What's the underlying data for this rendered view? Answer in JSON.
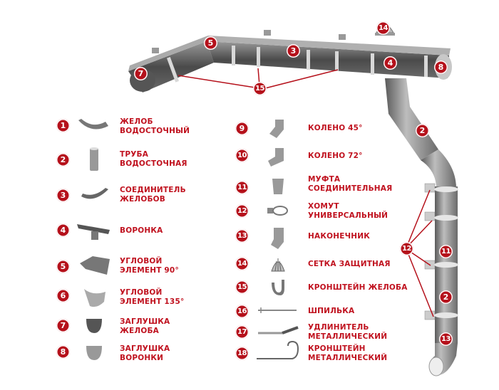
{
  "title": "Водосточная система — элементы",
  "accent_color": "#c0121f",
  "items": [
    {
      "num": "1",
      "lines": [
        "ЖЕЛОБ",
        "ВОДОСТОЧНЫЙ"
      ],
      "icon": "gutter-icon"
    },
    {
      "num": "2",
      "lines": [
        "ТРУБА",
        "ВОДОСТОЧНАЯ"
      ],
      "icon": "downpipe-icon"
    },
    {
      "num": "3",
      "lines": [
        "СОЕДИНИТЕЛЬ",
        "ЖЕЛОБОВ"
      ],
      "icon": "gutter-connector-icon"
    },
    {
      "num": "4",
      "lines": [
        "ВОРОНКА"
      ],
      "icon": "funnel-icon"
    },
    {
      "num": "5",
      "lines": [
        "УГЛОВОЙ",
        "ЭЛЕМЕНТ 90°"
      ],
      "icon": "corner-90-icon"
    },
    {
      "num": "6",
      "lines": [
        "УГЛОВОЙ",
        "ЭЛЕМЕНТ 135°"
      ],
      "icon": "corner-135-icon"
    },
    {
      "num": "7",
      "lines": [
        "ЗАГЛУШКА",
        "ЖЕЛОБА"
      ],
      "icon": "gutter-end-cap-icon"
    },
    {
      "num": "8",
      "lines": [
        "ЗАГЛУШКА",
        "ВОРОНКИ"
      ],
      "icon": "funnel-end-cap-icon"
    },
    {
      "num": "9",
      "lines": [
        "КОЛЕНО 45°"
      ],
      "icon": "elbow-45-icon"
    },
    {
      "num": "10",
      "lines": [
        "КОЛЕНО 72°"
      ],
      "icon": "elbow-72-icon"
    },
    {
      "num": "11",
      "lines": [
        "МУФТА",
        "СОЕДИНИТЕЛЬНАЯ"
      ],
      "icon": "coupling-icon"
    },
    {
      "num": "12",
      "lines": [
        "ХОМУТ",
        "УНИВЕРСАЛЬНЫЙ"
      ],
      "icon": "pipe-clamp-icon"
    },
    {
      "num": "13",
      "lines": [
        "НАКОНЕЧНИК"
      ],
      "icon": "outlet-icon"
    },
    {
      "num": "14",
      "lines": [
        "СЕТКА ЗАЩИТНАЯ"
      ],
      "icon": "leaf-guard-icon"
    },
    {
      "num": "15",
      "lines": [
        "КРОНШТЕЙН ЖЕЛОБА"
      ],
      "icon": "gutter-bracket-icon"
    },
    {
      "num": "16",
      "lines": [
        "ШПИЛЬКА"
      ],
      "icon": "stud-icon"
    },
    {
      "num": "17",
      "lines": [
        "УДЛИНИТЕЛЬ",
        "МЕТАЛЛИЧЕСКИЙ"
      ],
      "icon": "extension-icon"
    },
    {
      "num": "18",
      "lines": [
        "КРОНШТЕЙН",
        "МЕТАЛЛИЧЕСКИЙ"
      ],
      "icon": "metal-bracket-icon"
    }
  ],
  "diagram_callouts": [
    "7",
    "5",
    "3",
    "4",
    "8",
    "14",
    "15",
    "2",
    "12",
    "11",
    "2",
    "13"
  ]
}
